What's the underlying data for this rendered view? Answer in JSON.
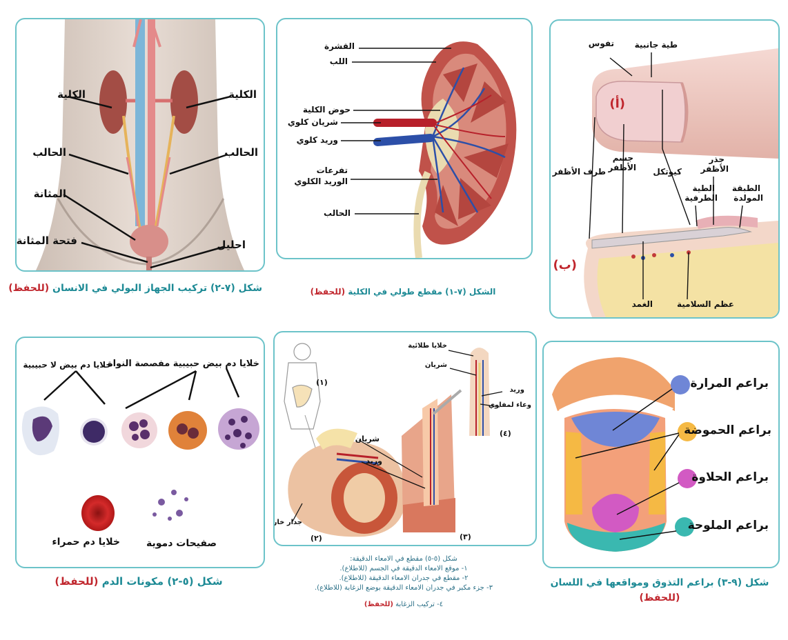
{
  "colors": {
    "frame": "#6cc3c9",
    "caption": "#1d8a95",
    "memorize": "#c0262d"
  },
  "urinary": {
    "caption": "شكل (٧-٢) تركيب الجهاز البولي في الانسان",
    "memorize": "(للحفظ)",
    "labels": {
      "kidney_left": "الكلية",
      "kidney_right": "الكلية",
      "ureter_left": "الحالب",
      "ureter_right": "الحالب",
      "bladder": "المثانة",
      "bladder_opening": "فتحة المثانة",
      "urethra": "احليل"
    }
  },
  "kidney": {
    "caption": "الشكل (٧-١) مقطع طولي في الكلية",
    "memorize": "(للحفظ)",
    "labels": {
      "cortex": "القشرة",
      "medulla": "اللب",
      "pelvis": "حوض الكلية",
      "renal_artery": "شريان كلوي",
      "renal_vein": "وريد كلوي",
      "vein_branches_1": "تفرعات",
      "vein_branches_2": "الوريد الكلوي",
      "ureter": "الحالب"
    }
  },
  "nail": {
    "letter_a": "(أ)",
    "letter_b": "(ب)",
    "labels": {
      "furrow": "تفوس",
      "lateral_fold": "طية جانبية",
      "free_edge": "طرف الأظفر",
      "body_1": "جسم",
      "body_2": "الأظفر",
      "cuticle": "كيوتكل",
      "root_1": "جذر",
      "root_2": "الأظفر",
      "eponychium_1": "الطية",
      "eponychium_2": "الطرفية",
      "matrix_1": "الطبقة",
      "matrix_2": "المولدة",
      "nail_bed": "الغمد",
      "phalanx": "عظم السلامية"
    }
  },
  "blood": {
    "caption": "شكل (٥-٢) مكونات الدم",
    "memorize": "(للحفظ)",
    "labels": {
      "agranular": "خلايا دم بيض لا حبيبية",
      "granular": "خلايا دم بيض حبيبية مفصصة النواة",
      "rbc": "خلايا دم حمراء",
      "platelets": "صفيحات دموية"
    }
  },
  "intestine": {
    "numbers": {
      "n1": "(١)",
      "n2": "(٢)",
      "n3": "(٣)",
      "n4": "(٤)"
    },
    "labels": {
      "epithelial": "خلايا طلائية",
      "artery_top": "شريان",
      "vein_top": "وريد",
      "lymph": "وعاء لمفاوي",
      "artery": "شريان",
      "vein": "وريد",
      "outer_wall": "جدار خارجي"
    },
    "notes": [
      "شكل (٥-٥) مقطع في الامعاء الدقيقة:",
      "١- موقع الامعاء الدقيقة في الجسم (للاطلاع).",
      "٢- مقطع في جدران الامعاء الدقيقة (للاطلاع).",
      "٣- جزء مكبر في جدران الامعاء الدقيقة بوضع الزغابة (للاطلاع)."
    ],
    "note_villus": "٤- تركيب الزغابة",
    "memorize": "(للحفظ)"
  },
  "tongue": {
    "caption_line1": "شكل (٩-٣) براعم التذوق ومواقعها في اللسان",
    "memorize": "(للحفظ)",
    "labels": {
      "bitter": "براعم المرارة",
      "sour": "براعم الحموضة",
      "sweet": "براعم الحلاوة",
      "salty": "براعم الملوحة"
    },
    "colors": {
      "bitter": "#6f86d6",
      "sour": "#f5b944",
      "sweet": "#d25ac3",
      "salty": "#3ab8b0"
    }
  }
}
